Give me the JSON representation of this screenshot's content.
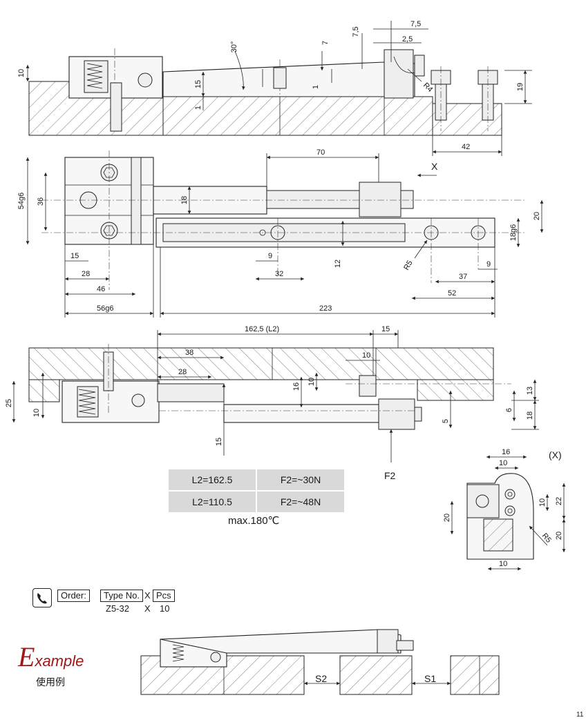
{
  "dimensions": {
    "top": {
      "d10": "10",
      "d30deg": "30°",
      "d7a": "7",
      "d7_5a": "7,5",
      "d7_5b": "7,5",
      "d2_5": "2,5",
      "d15": "15",
      "d1a": "1",
      "d1b": "1",
      "dR4": "R4",
      "d19": "19",
      "d42": "42"
    },
    "plan": {
      "d70": "70",
      "dX": "X",
      "d54g6": "54g6",
      "d36": "36",
      "d18": "18",
      "d20": "20",
      "d18g6": "18g6",
      "d15": "15",
      "d9a": "9",
      "d12": "12",
      "dR5": "R5",
      "d9b": "9",
      "d28": "28",
      "d32": "32",
      "d37": "37",
      "d46": "46",
      "d52": "52",
      "d56g6": "56g6",
      "d223": "223"
    },
    "section": {
      "dL2": "162,5 (L2)",
      "d15a": "15",
      "d38": "38",
      "d10a": "10",
      "d28": "28",
      "d16": "16",
      "d10b": "10",
      "d25": "25",
      "d10c": "10",
      "d13": "13",
      "d6": "6",
      "d5": "5",
      "d18": "18",
      "d15b": "15",
      "F2": "F2"
    },
    "detail": {
      "title": "(X)",
      "d16": "16",
      "d10a": "10",
      "d10b": "10",
      "d22": "22",
      "d20a": "20",
      "dR5": "R5",
      "d20b": "20",
      "d10c": "10"
    }
  },
  "spec_table": {
    "rows": [
      {
        "length": "L2=162.5",
        "force": "F2=~30N"
      },
      {
        "length": "L2=110.5",
        "force": "F2=~48N"
      }
    ],
    "max_temp": "max.180℃"
  },
  "order": {
    "icon": "phone-icon",
    "label": "Order:",
    "type_label": "Type No.",
    "x1": "X",
    "pcs_label": "Pcs",
    "type_value": "Z5-32",
    "x2": "X",
    "pcs_value": "10"
  },
  "example": {
    "cap": "E",
    "rest": "xample",
    "chinese": "使用例",
    "s1": "S1",
    "s2": "S2",
    "color": "#a11717"
  },
  "page_number": "11"
}
